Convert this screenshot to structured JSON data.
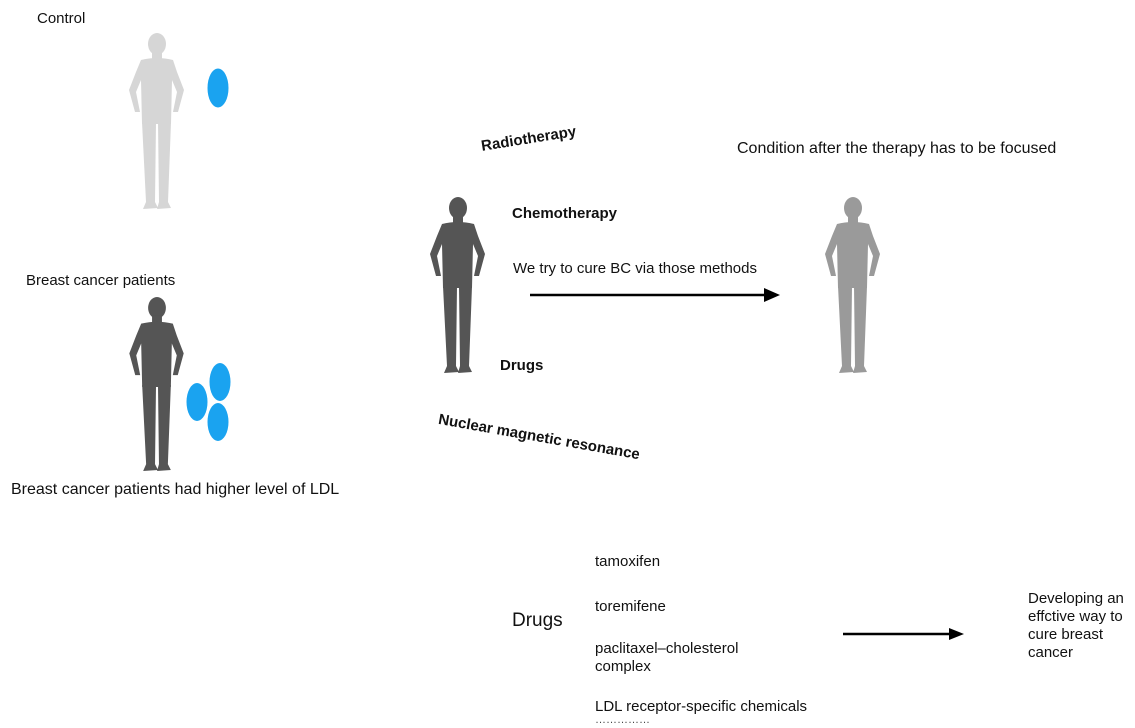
{
  "colors": {
    "control_person": "#d6d6d6",
    "patient_person": "#555555",
    "after_person": "#9a9a9a",
    "ldl": "#1aa3f0",
    "arrow": "#000000"
  },
  "left": {
    "control_label": "Control",
    "patients_label": "Breast cancer patients",
    "finding": "Breast cancer patients had higher level of LDL"
  },
  "therapy": {
    "radiotherapy": "Radiotherapy",
    "chemotherapy": "Chemotherapy",
    "drugs": "Drugs",
    "nmr": "Nuclear magnetic resonance",
    "arrow_text": "We try to cure BC via those methods",
    "after_text": "Condition after the therapy has to be focused"
  },
  "drugs_section": {
    "heading": "Drugs",
    "items": [
      "tamoxifen",
      "toremifene",
      "paclitaxel–cholesterol complex",
      "LDL receptor-specific chemicals"
    ],
    "ellipsis": "……………",
    "outcome": "Developing an effctive way to cure breast cancer"
  }
}
